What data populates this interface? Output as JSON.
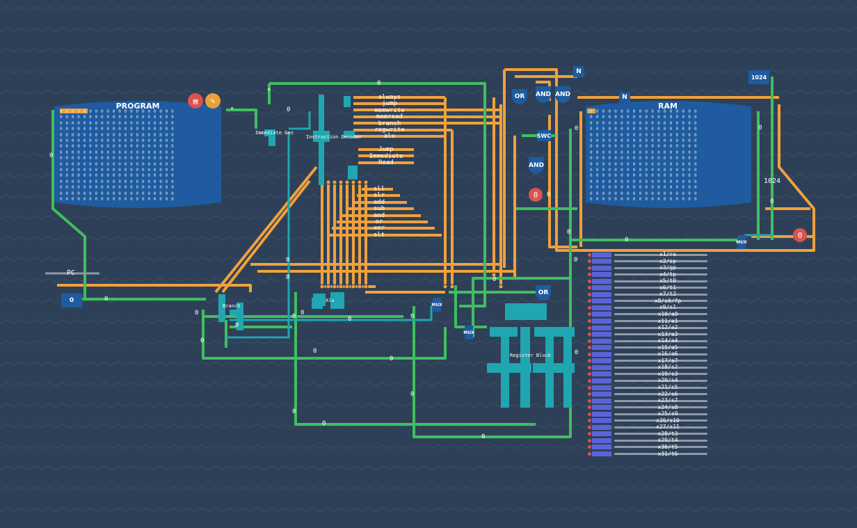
{
  "program": {
    "title": "PROGRAM",
    "row_values": "0 0 0 0 0 0 0 0 0 0 0 0 0 0 0 0 0 0 0 0",
    "rows": 16
  },
  "ram": {
    "title": "RAM",
    "row_values": "0 0 0 0 0 0 0 0 0 0 0 0 0 0 0 0 0 0",
    "rows": 16,
    "size_label": "1024",
    "size_badge": "1024"
  },
  "pc_label": "PC",
  "components": {
    "immediate_gen": "Immediate Gen",
    "instruction_decoder": "Instruction Decoder",
    "branch": "Branch",
    "alu": "Alu",
    "register_block": "Register Block"
  },
  "decoder_outputs_a": [
    "always",
    "jump",
    "memwrite",
    "memread",
    "branch",
    "regwrite",
    "alu"
  ],
  "decoder_outputs_b": [
    "Jump",
    "Immediate",
    "Read"
  ],
  "alu_ops": [
    "sll",
    "slr",
    "add",
    "sub",
    "and",
    "or",
    "xor",
    "slt"
  ],
  "gates": {
    "or": "OR",
    "and": "AND",
    "swc": "SWC",
    "not": "N",
    "mux": "MUX"
  },
  "wire_values": {
    "zero": "0",
    "star": "*",
    "pc_value": "0",
    "counter_value": "0",
    "check_value": "0"
  },
  "registers": [
    "x1/ra",
    "x2/sp",
    "x3/gp",
    "x4/tp",
    "x5/t0",
    "x6/t1",
    "x7/t2",
    "x8/s0/fp",
    "x9/s1",
    "x10/a0",
    "x11/a1",
    "x12/a2",
    "x13/a3",
    "x14/a4",
    "x15/a5",
    "x16/a6",
    "x17/a7",
    "x18/s2",
    "x19/s3",
    "x20/s4",
    "x21/s5",
    "x22/s6",
    "x23/s7",
    "x24/s8",
    "x25/s9",
    "x26/s10",
    "x27/s11",
    "x28/t3",
    "x29/t4",
    "x30/t5",
    "x31/t6"
  ],
  "colors": {
    "background": "#2e4057",
    "panel": "#1f5b9e",
    "orange_wire": "#f0a13c",
    "green_wire": "#3fbf5f",
    "teal": "#1fa6b0",
    "register": "#5b63d8"
  }
}
